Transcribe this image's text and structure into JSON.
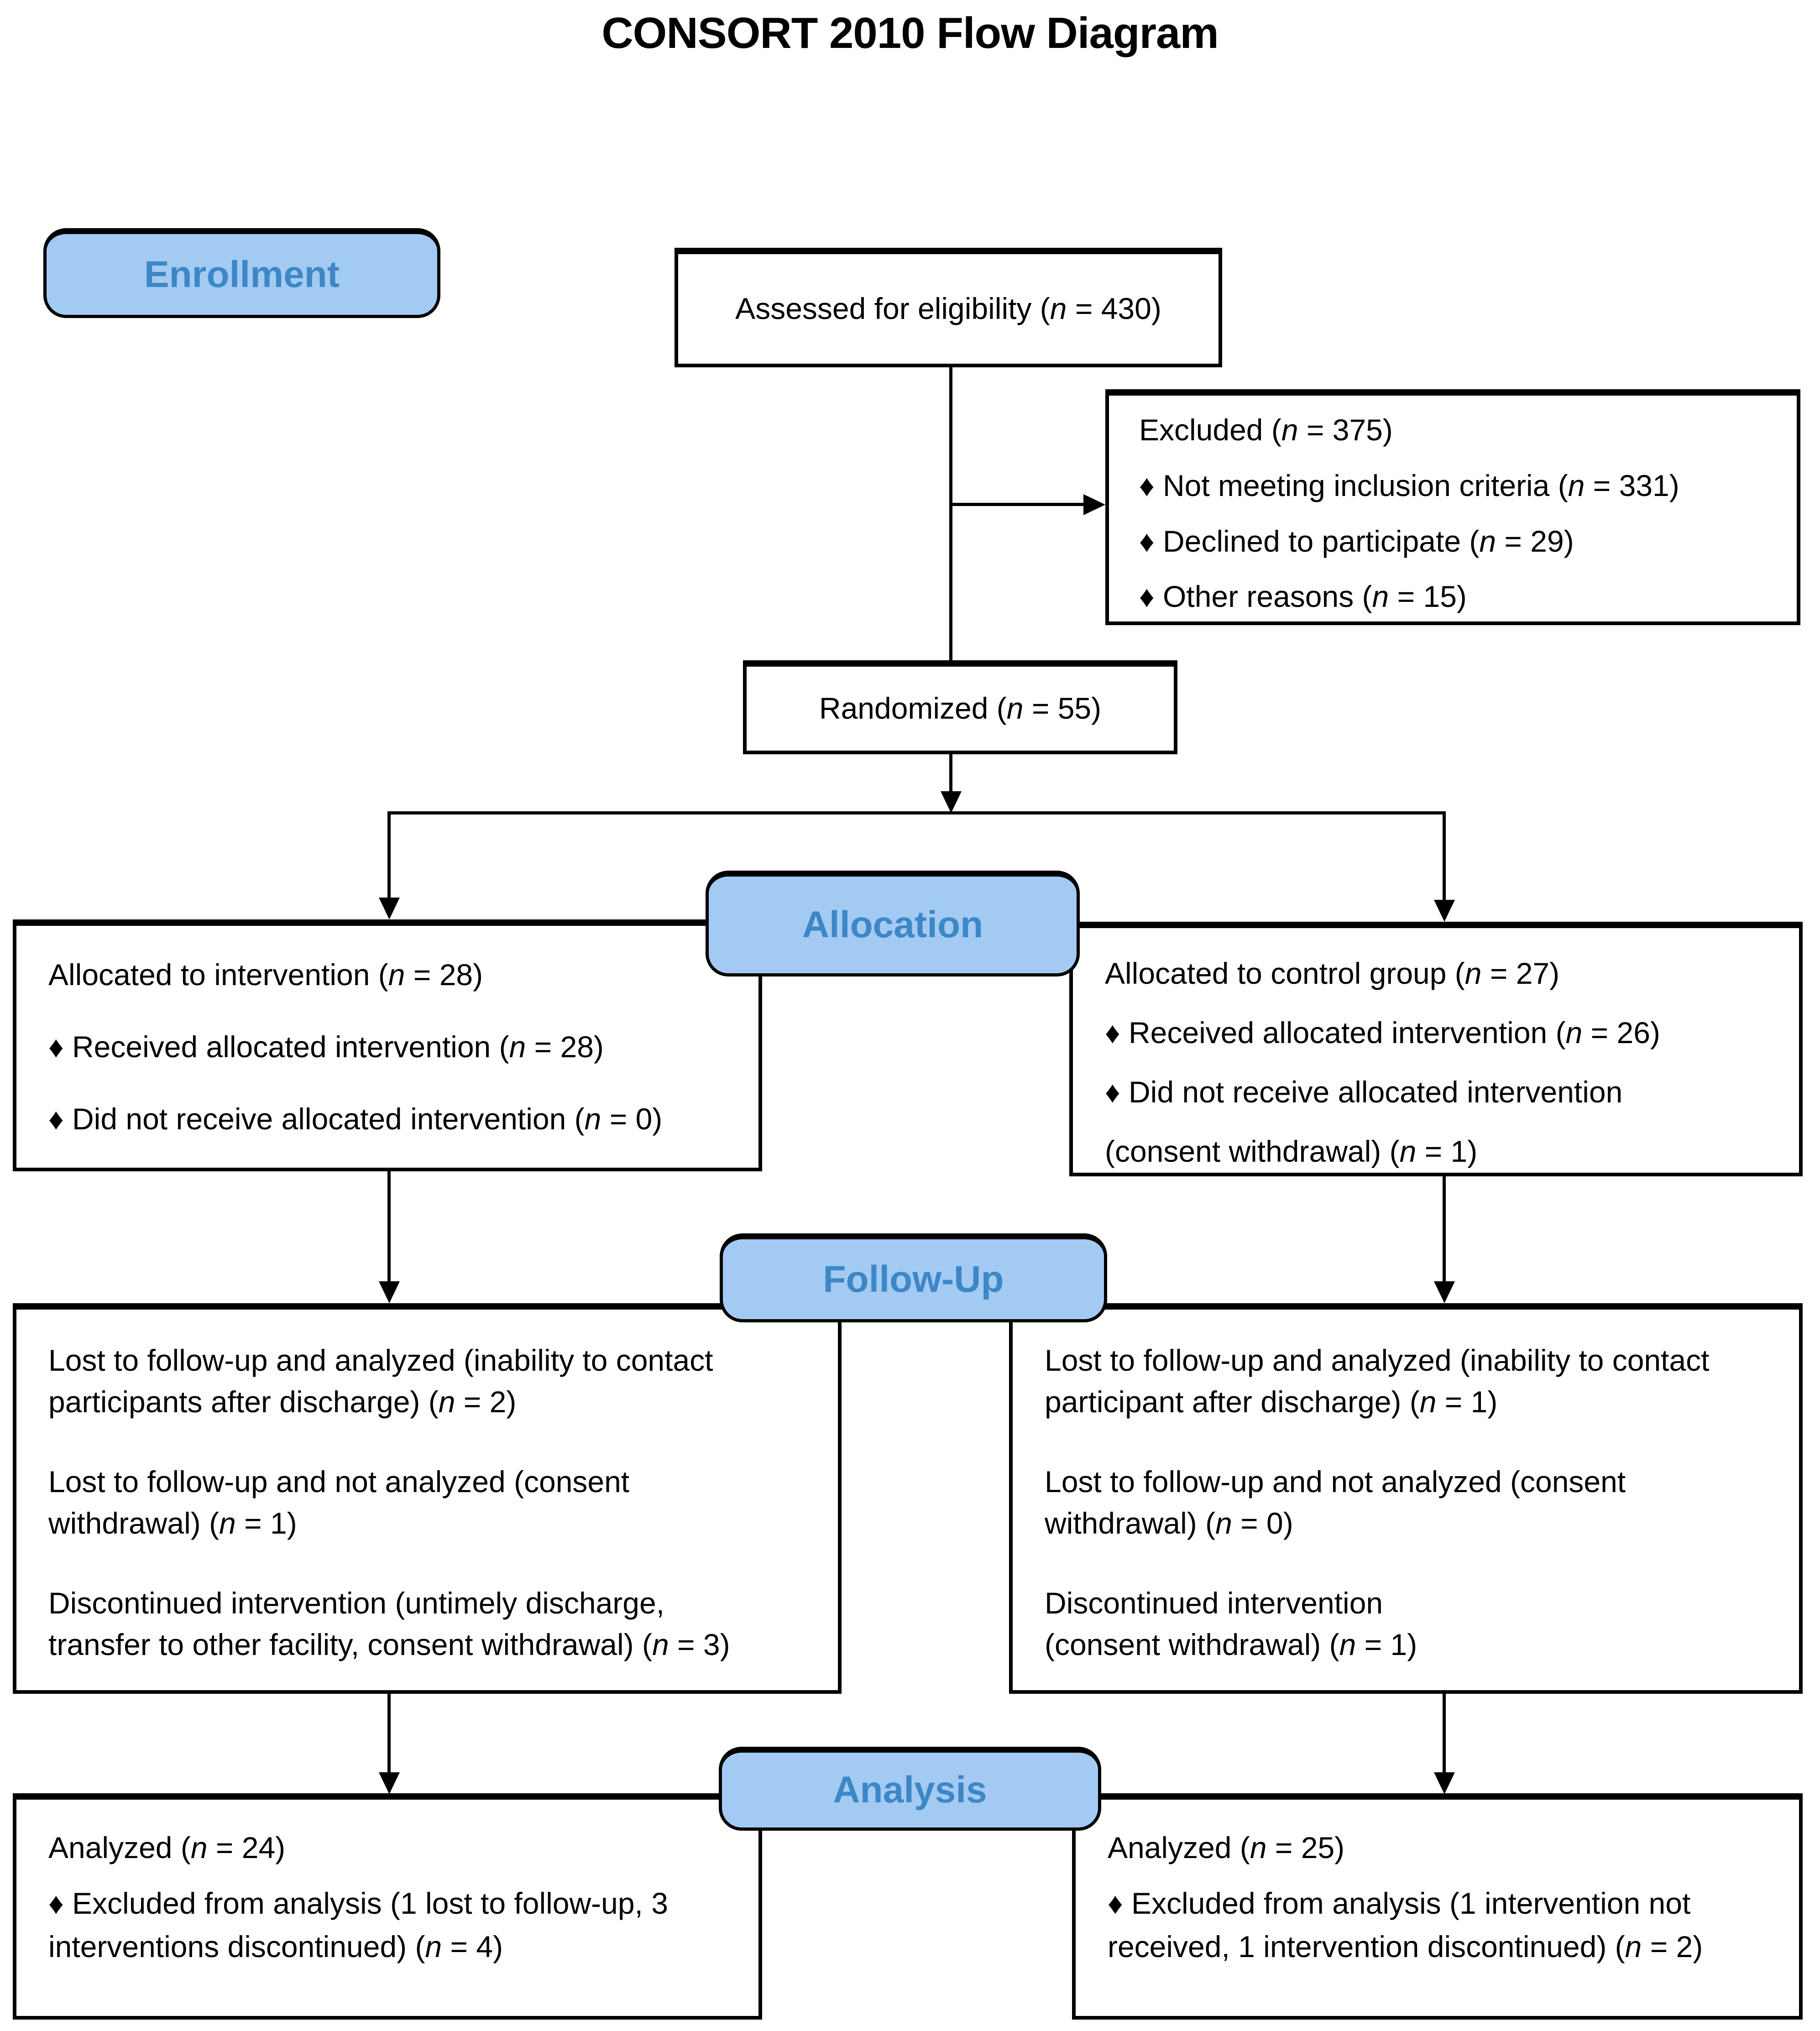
{
  "title": "CONSORT 2010 Flow Diagram",
  "colors": {
    "stage_label_fill": "#a3caf2",
    "stage_label_text": "#3d87c6",
    "border": "#000000",
    "box_fill": "#ffffff",
    "text": "#000000"
  },
  "stages": {
    "enrollment": {
      "label": "Enrollment"
    },
    "allocation": {
      "label": "Allocation"
    },
    "follow_up": {
      "label": "Follow-Up"
    },
    "analysis": {
      "label": "Analysis"
    }
  },
  "boxes": {
    "assessed": {
      "text": "Assessed for eligibility (n = 430)"
    },
    "excluded": {
      "lines": [
        "Excluded (n = 375)",
        "♦  Not meeting inclusion criteria (n = 331)",
        "♦  Declined to participate (n = 29)",
        "♦  Other reasons (n = 15)"
      ]
    },
    "randomized": {
      "text": "Randomized (n = 55)"
    },
    "allocated_intervention": {
      "lines": [
        "Allocated to intervention (n = 28)",
        "♦ Received allocated intervention (n = 28)",
        "♦ Did not receive allocated intervention (n = 0)"
      ]
    },
    "allocated_control": {
      "lines": [
        "Allocated to control group (n = 27)",
        "♦ Received allocated intervention (n = 26)",
        "♦ Did not receive allocated intervention",
        "(consent withdrawal) (n = 1)"
      ]
    },
    "followup_intervention": {
      "paragraphs": [
        "Lost to follow-up and analyzed (inability to contact\nparticipants after discharge) (n = 2)",
        "Lost to follow-up and not analyzed (consent\nwithdrawal) (n = 1)",
        "Discontinued intervention (untimely discharge,\ntransfer to other facility, consent withdrawal) (n = 3)"
      ]
    },
    "followup_control": {
      "paragraphs": [
        "Lost to follow-up and analyzed (inability to contact\nparticipant after discharge) (n = 1)",
        "Lost to follow-up and not analyzed (consent\nwithdrawal) (n = 0)",
        "Discontinued intervention\n(consent withdrawal) (n = 1)"
      ]
    },
    "analysis_intervention": {
      "lines": [
        "Analyzed (n = 24)",
        "♦ Excluded from analysis (1 lost to follow-up, 3\ninterventions discontinued) (n = 4)"
      ]
    },
    "analysis_control": {
      "lines": [
        "Analyzed (n = 25)",
        "♦ Excluded from analysis (1 intervention not\nreceived, 1 intervention discontinued) (n = 2)"
      ]
    }
  }
}
